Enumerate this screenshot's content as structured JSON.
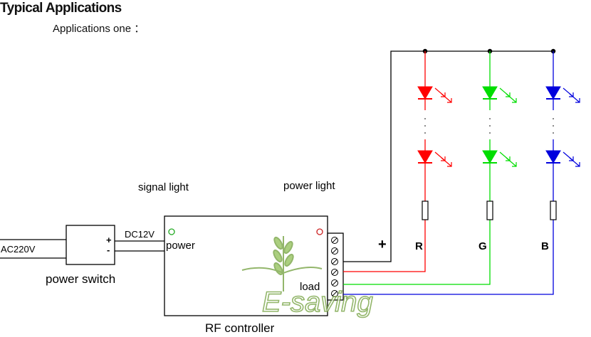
{
  "heading": "Typical Applications",
  "subheading": "Applications one ：",
  "labels": {
    "input_ac": "AC220V",
    "power_switch": "power switch",
    "plus": "+",
    "minus": "-",
    "output_dc": "DC12V",
    "signal_light": "signal light",
    "power_light": "power light",
    "power_port": "power",
    "load_port": "load",
    "controller": "RF controller",
    "positive_rail": "+",
    "channel_r": "R",
    "channel_g": "G",
    "channel_b": "B",
    "watermark": "E-saving"
  },
  "channels": [
    {
      "name": "R",
      "color": "#ff0000"
    },
    {
      "name": "G",
      "color": "#00dd00"
    },
    {
      "name": "B",
      "color": "#0000dd"
    }
  ],
  "colors": {
    "wire": "#000000",
    "signal_led": "#22aa22",
    "power_led": "#cc2222",
    "watermark": "#6f9e3a"
  }
}
